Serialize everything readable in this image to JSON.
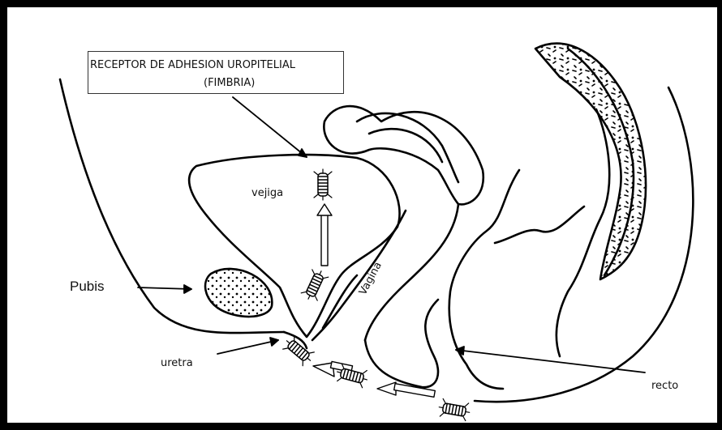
{
  "callout": {
    "line1": "RECEPTOR DE ADHESION UROPITELIAL",
    "line2": "(FIMBRIA)"
  },
  "labels": {
    "vejiga": "vejiga",
    "pubis": "Pubis",
    "uretra": "uretra",
    "vagina": "Vagina",
    "recto": "recto"
  }
}
